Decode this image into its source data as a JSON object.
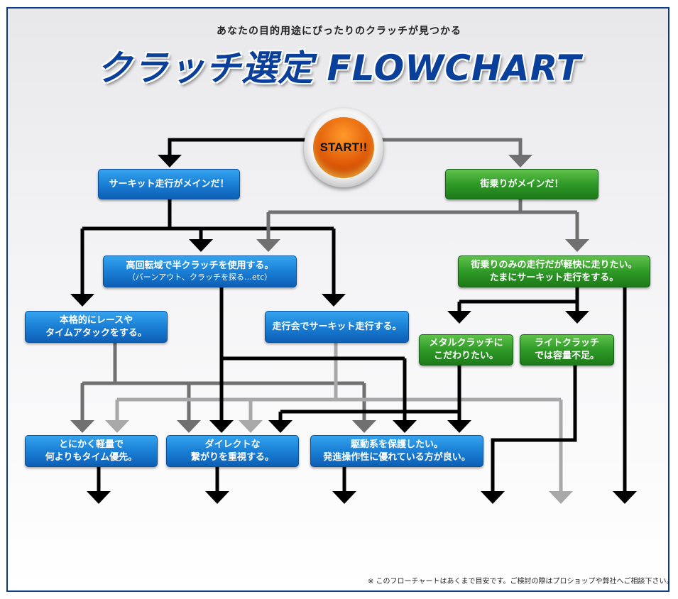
{
  "header": {
    "tagline": "あなたの目的用途にぴったりのクラッチが見つかる",
    "title_main": "クラッチ選定",
    "title_accent": "FLOWCHART"
  },
  "start": {
    "label": "START!!"
  },
  "nodes": {
    "circuit_main": "サーキット走行がメインだ！",
    "street_main": "街乗りがメインだ！",
    "half_clutch": "高回転域で半クラッチを使用する。",
    "half_clutch_sub": "（バーンアウト、クラッチを探る…etc）",
    "street_sometimes_line1": "街乗りのみの走行だが軽快に走りたい。",
    "street_sometimes_line2": "たまにサーキット走行をする。",
    "race_line1": "本格的にレースや",
    "race_line2": "タイムアタックをする。",
    "track_day": "走行会でサーキット走行する。",
    "metal_line1": "メタルクラッチに",
    "metal_line2": "こだわりたい。",
    "light_line1": "ライトクラッチ",
    "light_line2": "では容量不足。",
    "lightweight_line1": "とにかく軽量で",
    "lightweight_line2": "何よりもタイム優先。",
    "direct_line1": "ダイレクトな",
    "direct_line2": "繋がりを重視する。",
    "protect_line1": "駆動系を保護したい。",
    "protect_line2": "発進操作性に優れている方が良い。"
  },
  "footnote": "※ このフローチャートはあくまで目安です。ご検討の際はプロショップや弊社へご相談下さい。",
  "colors": {
    "arrow_black": "#000000",
    "arrow_dark_gray": "#707070",
    "arrow_light_gray": "#a8a8a8",
    "node_blue": "#1a7fd5",
    "node_green": "#2f9a28",
    "frame_border": "#0a3a8a"
  }
}
